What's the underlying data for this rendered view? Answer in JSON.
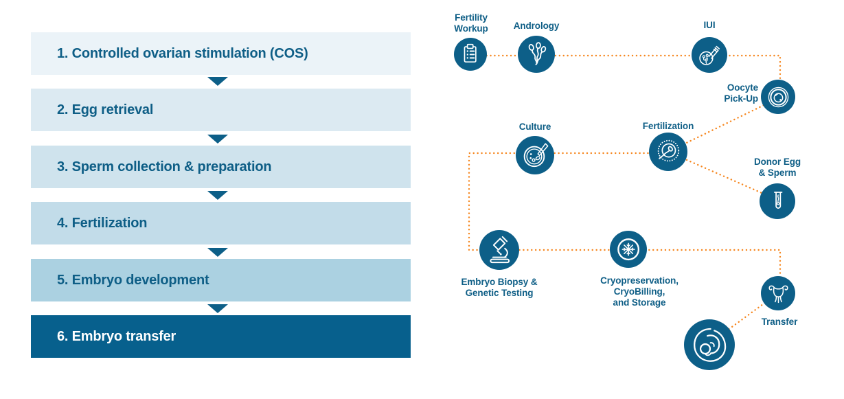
{
  "flowchart": {
    "steps": [
      {
        "label": "1. Controlled ovarian stimulation (COS)"
      },
      {
        "label": "2. Egg retrieval"
      },
      {
        "label": "3. Sperm collection & preparation"
      },
      {
        "label": "4. Fertilization"
      },
      {
        "label": "5. Embryo development"
      },
      {
        "label": "6. Embryo transfer"
      }
    ],
    "box_colors": [
      "#EBF3F8",
      "#DCEAF2",
      "#CFE3ED",
      "#C2DCE9",
      "#ABD1E1",
      "#07608D"
    ],
    "text_colors": [
      "#0E5E86",
      "#0E5E86",
      "#0E5E86",
      "#0E5E86",
      "#0E5E86",
      "#FFFFFF"
    ],
    "arrow_color": "#0D5F88"
  },
  "diagram": {
    "accent_orange": "#F6861E",
    "node_fill": "#0D5F88",
    "label_color": "#0E5E86",
    "nodes": [
      {
        "icon": "clipboard-checklist-icon",
        "label_lines": [
          "Fertility",
          "Workup"
        ]
      },
      {
        "icon": "sperm-icon",
        "label_lines": [
          "Andrology"
        ]
      },
      {
        "icon": "insemination-syringe-icon",
        "label_lines": [
          "IUI"
        ]
      },
      {
        "icon": "oocyte-icon",
        "label_lines": [
          "Oocyte",
          "Pick-Up"
        ]
      },
      {
        "icon": "petri-dish-icon",
        "label_lines": [
          "Culture"
        ]
      },
      {
        "icon": "egg-sperm-icon",
        "label_lines": [
          "Fertilization"
        ]
      },
      {
        "icon": "test-tube-icon",
        "label_lines": [
          "Donor Egg",
          "& Sperm"
        ]
      },
      {
        "icon": "microscope-icon",
        "label_lines": [
          "Embryo Biopsy &",
          "Genetic Testing"
        ]
      },
      {
        "icon": "snowflake-icon",
        "label_lines": [
          "Cryopreservation,",
          "CryoBilling,",
          "and Storage"
        ]
      },
      {
        "icon": "uterus-icon",
        "label_lines": [
          "Transfer"
        ]
      },
      {
        "icon": "fetus-icon",
        "label_lines": []
      }
    ]
  }
}
